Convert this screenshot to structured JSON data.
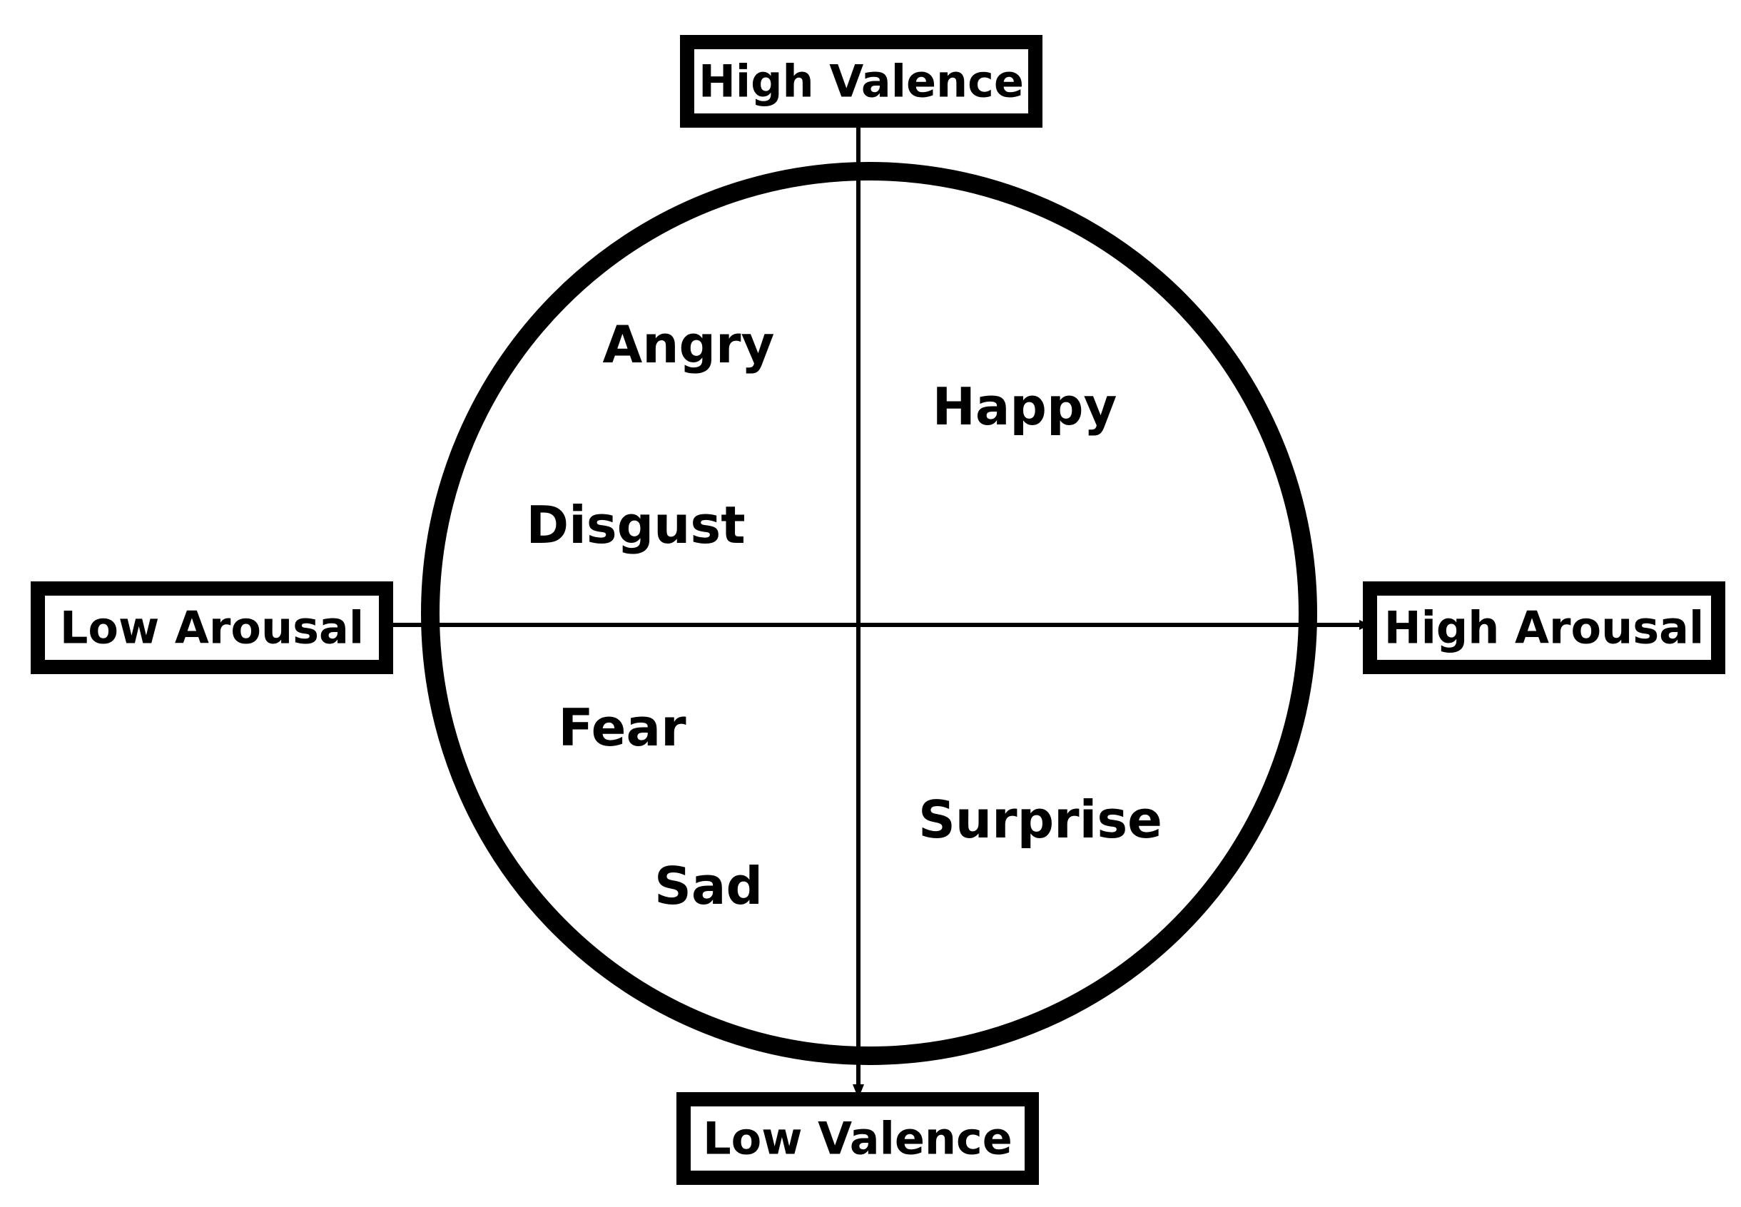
{
  "diagram": {
    "axes": {
      "top": "High Valence",
      "bottom": "Low Valence",
      "left": "Low Arousal",
      "right": "High Arousal"
    },
    "emotions": {
      "angry": "Angry",
      "happy": "Happy",
      "disgust": "Disgust",
      "fear": "Fear",
      "surprise": "Surprise",
      "sad": "Sad"
    },
    "colors": {
      "stroke": "#000000",
      "background": "#ffffff"
    }
  }
}
